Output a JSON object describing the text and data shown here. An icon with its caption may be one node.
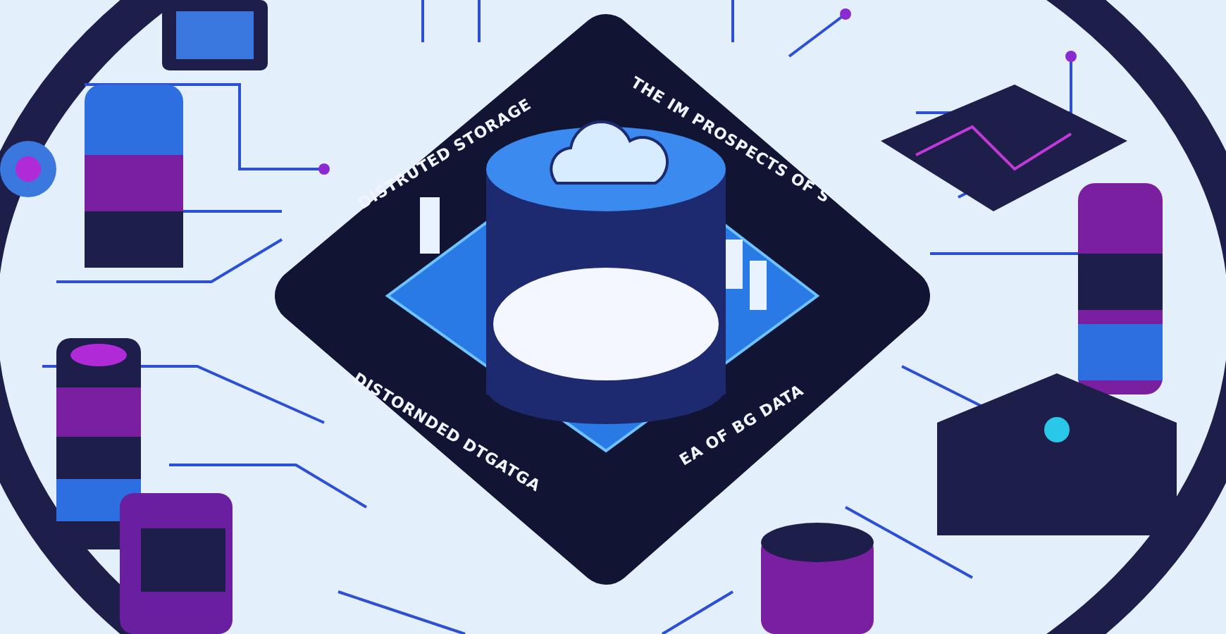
{
  "diagram": {
    "labels": [
      "DISTRUTED STORAGE",
      "THE IM PROSPECTS OF S",
      "DISTORNDED DTGATGA",
      "EA OF BG DATA"
    ]
  }
}
